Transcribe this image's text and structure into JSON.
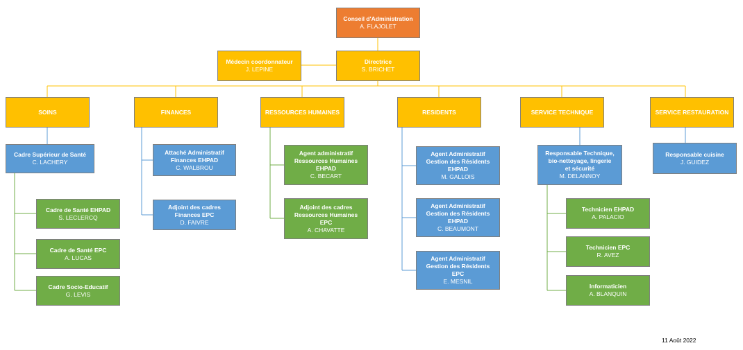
{
  "date": "11 Août 2022",
  "colors": {
    "line": "#ffc000",
    "line_blue": "#5b9bd5",
    "line_green": "#70ad47",
    "orange": "#ed7d31",
    "yellow": "#ffc000",
    "blue": "#5b9bd5",
    "green": "#70ad47"
  },
  "nodes": [
    {
      "id": "ca",
      "title": "Conseil d'Administration",
      "name": "A. FLAJOLET",
      "color": "orange"
    },
    {
      "id": "directrice",
      "title": "Directrice",
      "name": "S. BRICHET",
      "color": "yellow"
    },
    {
      "id": "medecin",
      "title": "Médecin coordonnateur",
      "name": "J. LEPINE",
      "color": "yellow"
    },
    {
      "id": "soins",
      "title": "SOINS",
      "name": "",
      "color": "yellow"
    },
    {
      "id": "finances",
      "title": "FINANCES",
      "name": "",
      "color": "yellow"
    },
    {
      "id": "rh",
      "title": "RESSOURCES HUMAINES",
      "name": "",
      "color": "yellow"
    },
    {
      "id": "residents",
      "title": "RESIDENTS",
      "name": "",
      "color": "yellow"
    },
    {
      "id": "technique",
      "title": "SERVICE TECHNIQUE",
      "name": "",
      "color": "yellow"
    },
    {
      "id": "restauration",
      "title": "SERVICE RESTAURATION",
      "name": "",
      "color": "yellow"
    },
    {
      "id": "cadre_sup",
      "title": "Cadre Supérieur de Santé",
      "name": "C. LACHERY",
      "color": "blue"
    },
    {
      "id": "cadre_ehpad",
      "title": "Cadre de Santé EHPAD",
      "name": "S. LECLERCQ",
      "color": "green"
    },
    {
      "id": "cadre_epc",
      "title": "Cadre de Santé EPC",
      "name": "A. LUCAS",
      "color": "green"
    },
    {
      "id": "cadre_socio",
      "title": "Cadre Socio-Educatif",
      "name": "G. LEVIS",
      "color": "green"
    },
    {
      "id": "attache",
      "title": "Attaché Administratif\nFinances EHPAD",
      "name": "C. WALBROU",
      "color": "blue"
    },
    {
      "id": "adjoint_fin",
      "title": "Adjoint des cadres\nFinances EPC",
      "name": "D. FAIVRE",
      "color": "blue"
    },
    {
      "id": "agent_rh",
      "title": "Agent administratif\nRessources Humaines\nEHPAD",
      "name": "C. BECART",
      "color": "green"
    },
    {
      "id": "adjoint_rh",
      "title": "Adjoint des cadres\nRessources Humaines\nEPC",
      "name": "A. CHAVATTE",
      "color": "green"
    },
    {
      "id": "agent_res1",
      "title": "Agent Administratif\nGestion des Résidents\nEHPAD",
      "name": "M. GALLOIS",
      "color": "blue"
    },
    {
      "id": "agent_res2",
      "title": "Agent Administratif\nGestion des Résidents\nEHPAD",
      "name": "C. BEAUMONT",
      "color": "blue"
    },
    {
      "id": "agent_res3",
      "title": "Agent Administratif\nGestion des Résidents\nEPC",
      "name": "E. MESNIL",
      "color": "blue"
    },
    {
      "id": "resp_tech",
      "title": "Responsable Technique,\nbio-nettoyage, lingerie\net sécurité",
      "name": "M. DELANNOY",
      "color": "blue"
    },
    {
      "id": "tech_ehpad",
      "title": "Technicien EHPAD",
      "name": "A. PALACIO",
      "color": "green"
    },
    {
      "id": "tech_epc",
      "title": "Technicien EPC",
      "name": "R. AVEZ",
      "color": "green"
    },
    {
      "id": "informaticien",
      "title": "Informaticien",
      "name": "A. BLANQUIN",
      "color": "green"
    },
    {
      "id": "resp_cuisine",
      "title": "Responsable cuisine",
      "name": "J. GUIDEZ",
      "color": "blue"
    }
  ]
}
